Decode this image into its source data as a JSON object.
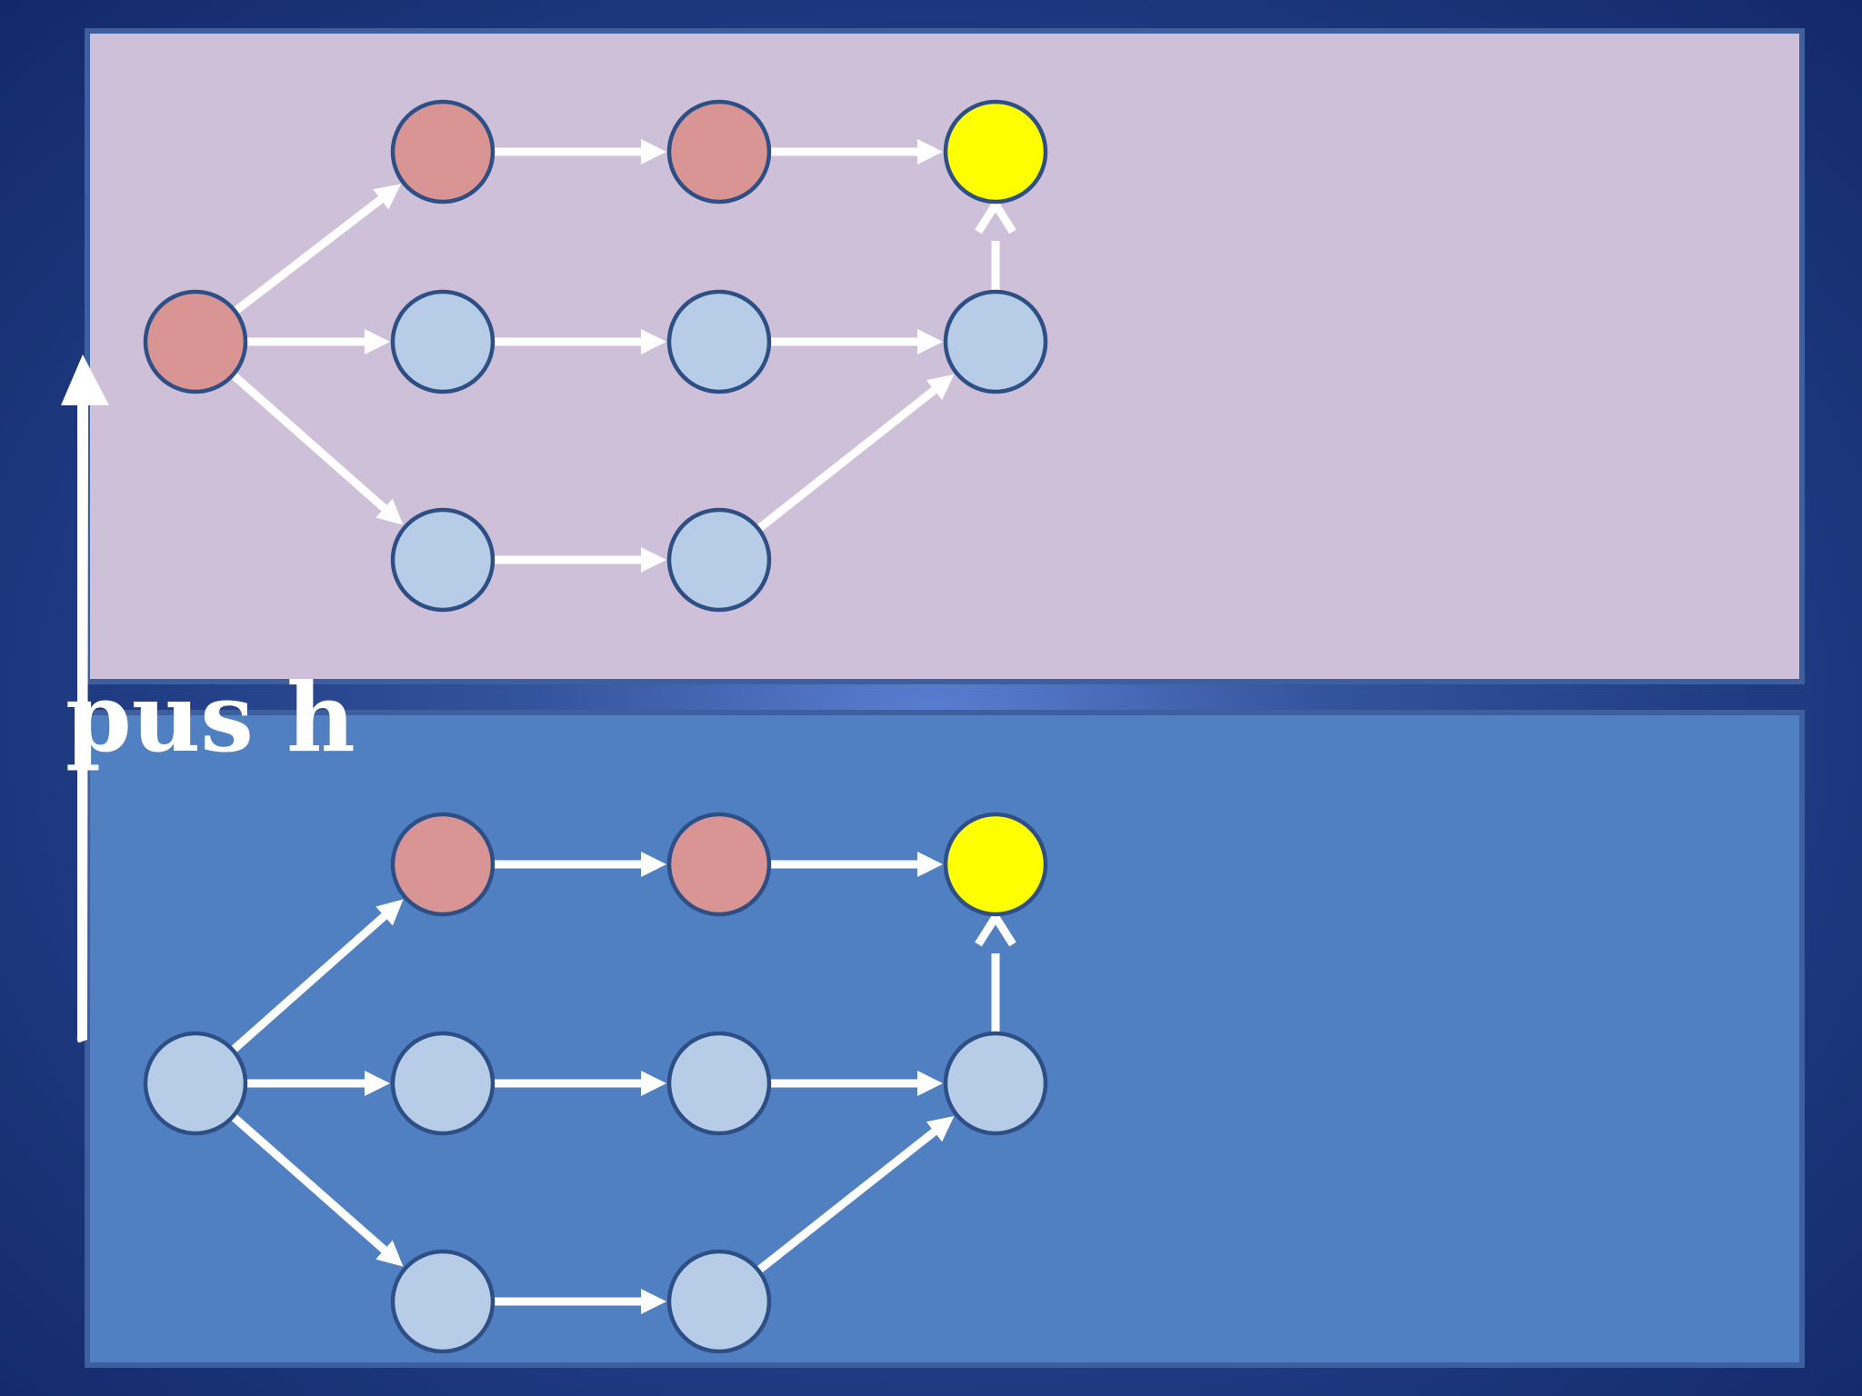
{
  "label": "pus h",
  "colors": {
    "top_panel": "#cdc0d8",
    "bottom_panel": "#5080c1",
    "node_red": "#d99594",
    "node_blue": "#b7cce6",
    "node_yellow": "#ffff00",
    "node_outline": "#2e4f86",
    "arrow": "#ffffff"
  },
  "diagrams": [
    {
      "id": "top",
      "nodes": [
        {
          "id": "s",
          "color": "red"
        },
        {
          "id": "a1",
          "color": "red"
        },
        {
          "id": "a2",
          "color": "red"
        },
        {
          "id": "t",
          "color": "yellow"
        },
        {
          "id": "b1",
          "color": "blue"
        },
        {
          "id": "b2",
          "color": "blue"
        },
        {
          "id": "b3",
          "color": "blue"
        },
        {
          "id": "c1",
          "color": "blue"
        },
        {
          "id": "c2",
          "color": "blue"
        }
      ],
      "edges": [
        {
          "from": "s",
          "to": "a1"
        },
        {
          "from": "s",
          "to": "b1"
        },
        {
          "from": "s",
          "to": "c1"
        },
        {
          "from": "a1",
          "to": "a2"
        },
        {
          "from": "a2",
          "to": "t"
        },
        {
          "from": "b1",
          "to": "b2"
        },
        {
          "from": "b2",
          "to": "b3"
        },
        {
          "from": "b3",
          "to": "t",
          "style": "open"
        },
        {
          "from": "c1",
          "to": "c2"
        },
        {
          "from": "c2",
          "to": "b3"
        }
      ]
    },
    {
      "id": "bottom",
      "nodes": [
        {
          "id": "s",
          "color": "blue"
        },
        {
          "id": "a1",
          "color": "red"
        },
        {
          "id": "a2",
          "color": "red"
        },
        {
          "id": "t",
          "color": "yellow"
        },
        {
          "id": "b1",
          "color": "blue"
        },
        {
          "id": "b2",
          "color": "blue"
        },
        {
          "id": "b3",
          "color": "blue"
        },
        {
          "id": "c1",
          "color": "blue"
        },
        {
          "id": "c2",
          "color": "blue"
        }
      ],
      "edges": [
        {
          "from": "s",
          "to": "a1"
        },
        {
          "from": "s",
          "to": "b1"
        },
        {
          "from": "s",
          "to": "c1"
        },
        {
          "from": "a1",
          "to": "a2"
        },
        {
          "from": "a2",
          "to": "t"
        },
        {
          "from": "b1",
          "to": "b2"
        },
        {
          "from": "b2",
          "to": "b3"
        },
        {
          "from": "b3",
          "to": "t",
          "style": "open"
        },
        {
          "from": "c1",
          "to": "c2"
        },
        {
          "from": "c2",
          "to": "b3"
        }
      ]
    }
  ]
}
